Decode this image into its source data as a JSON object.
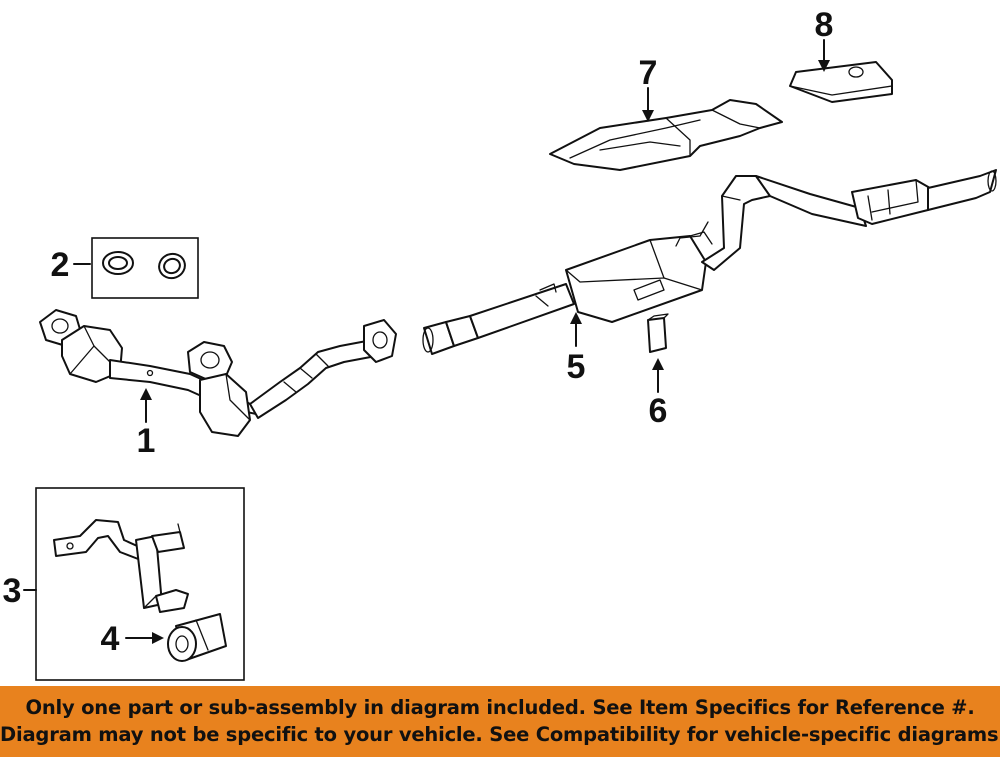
{
  "callouts": {
    "c1": "1",
    "c2": "2",
    "c3": "3",
    "c4": "4",
    "c5": "5",
    "c6": "6",
    "c7": "7",
    "c8": "8"
  },
  "banner": {
    "line1": "Only one part or sub-assembly in diagram included. See Item Specifics for Reference #.",
    "line2": "Diagram may not be specific to your vehicle. See Compatibility for vehicle-specific diagrams."
  },
  "colors": {
    "banner_bg": "#e8821e",
    "line": "#111111",
    "background": "#ffffff"
  }
}
